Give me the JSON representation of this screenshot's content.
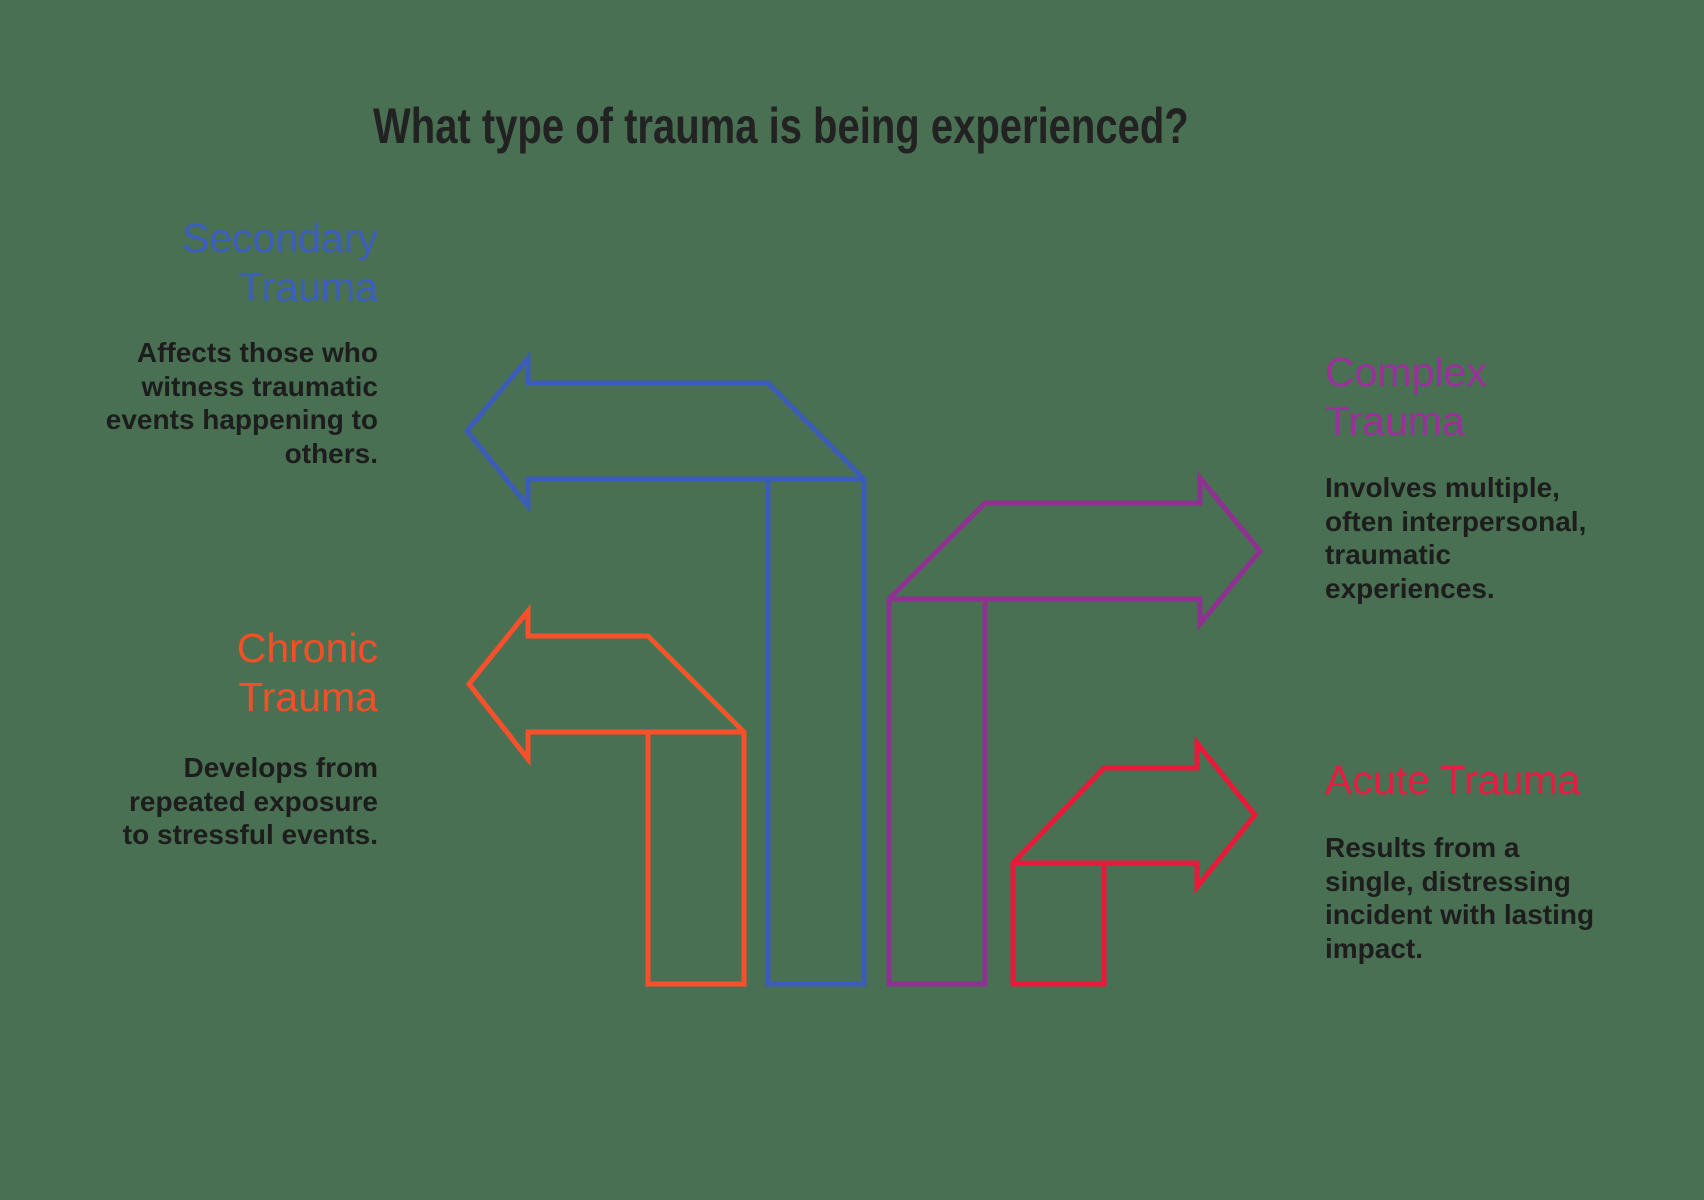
{
  "canvas": {
    "background": "#4A7053"
  },
  "title": {
    "text": "What type of trauma is being experienced?",
    "color": "#222222"
  },
  "text_color": "#1D1D1D",
  "sections": {
    "secondary": {
      "label": "Secondary Trauma",
      "title_lines": [
        "Secondary",
        "Trauma"
      ],
      "desc_lines": [
        "Affects those who",
        "witness traumatic",
        "events happening to",
        "others."
      ],
      "color": "#3C5EBE",
      "arrow_color": "#3B5CB8",
      "arrow_direction": "left"
    },
    "chronic": {
      "label": "Chronic Trauma",
      "title_lines": [
        "Chronic",
        "Trauma"
      ],
      "desc_lines": [
        "Develops from",
        "repeated exposure",
        "to stressful events."
      ],
      "color": "#F84E28",
      "arrow_color": "#F8502B",
      "arrow_direction": "left"
    },
    "complex": {
      "label": "Complex Trauma",
      "title_lines": [
        "Complex",
        "Trauma"
      ],
      "desc_lines": [
        "Involves multiple,",
        "often interpersonal,",
        "traumatic",
        "experiences."
      ],
      "color": "#9B2F9B",
      "arrow_color": "#8E3190",
      "arrow_direction": "right"
    },
    "acute": {
      "label": "Acute Trauma",
      "title_lines": [
        "Acute Trauma"
      ],
      "desc_lines": [
        "Results from a",
        "single, distressing",
        "incident with lasting",
        "impact."
      ],
      "color": "#EA1B43",
      "arrow_color": "#E81939",
      "arrow_direction": "right"
    }
  }
}
